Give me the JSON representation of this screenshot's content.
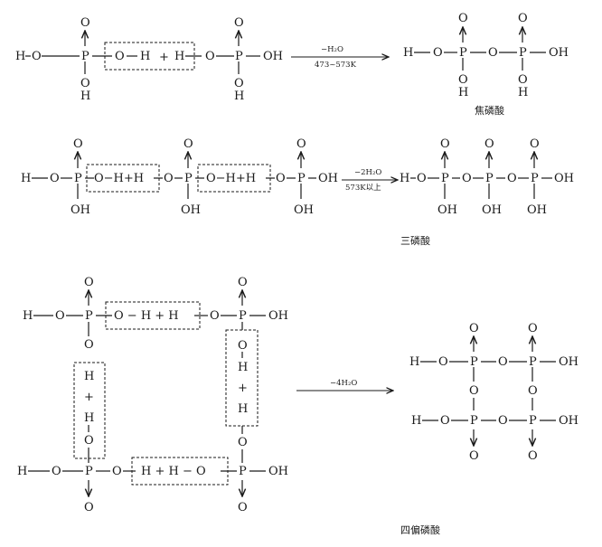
{
  "atoms": {
    "hydrogen": "H",
    "oxygen": "O",
    "phosphorus": "P",
    "hydroxyl": "OH",
    "plus": "+"
  },
  "reactions": [
    {
      "condition_top": "−H₂O",
      "condition_bottom": "473~573K",
      "product_name": "焦磷酸"
    },
    {
      "condition_top": "−2H₂O",
      "condition_bottom": "573K以上",
      "product_name": "三磷酸"
    },
    {
      "condition_top": "−4H₂O",
      "condition_bottom": "",
      "product_name": "四偏磷酸"
    }
  ]
}
